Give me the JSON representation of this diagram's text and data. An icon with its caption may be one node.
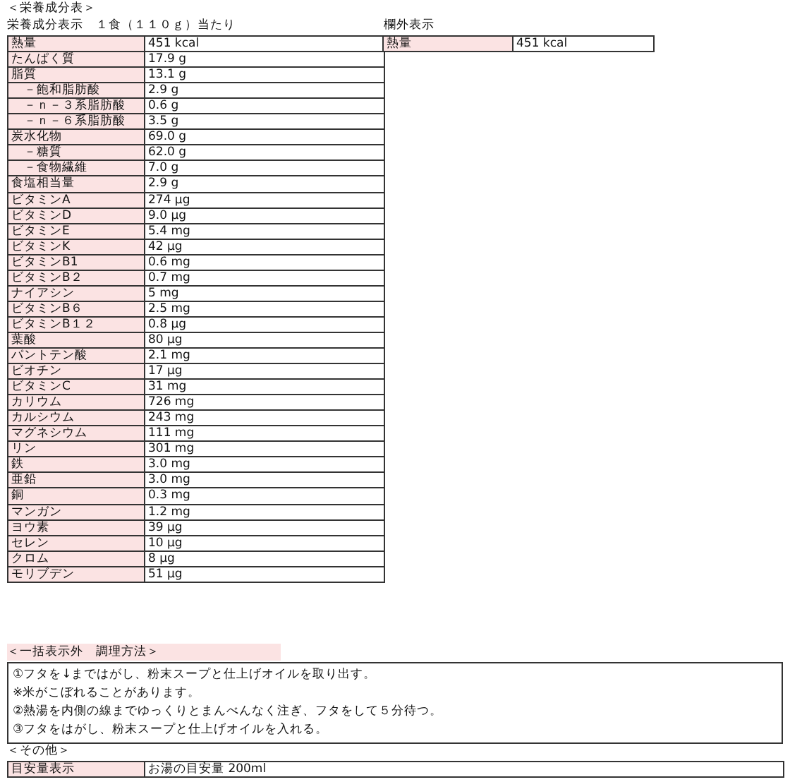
{
  "diagram": {
    "labels": [
      "＜栄養成分表＞",
      "栄養成分表示　１食（１１０ｇ）当たり",
      "欄外表示",
      "熱量",
      "451 kcal",
      "熱量",
      "451 kcal",
      "たんぱく質",
      "17.9 g",
      "脂質",
      "13.1 g",
      "　－飽和脂肪酸",
      "2.9 g",
      "　－ｎ－３系脂肪酸",
      "0.6 g",
      "　－ｎ－６系脂肪酸",
      "3.5 g",
      "炭水化物",
      "69.0 g",
      "　－糖質",
      "62.0 g",
      "　－食物繊維",
      "7.0 g",
      "食塩相当量",
      "2.9 g",
      "ビタミンA",
      "274 μg",
      "ビタミンD",
      "9.0 μg",
      "ビタミンE",
      "5.4 mg",
      "ビタミンK",
      "42 μg",
      "ビタミンB1",
      "0.6 mg",
      "ビタミンB２",
      "0.7 mg",
      "ナイアシン",
      "5 mg",
      "ビタミンB６",
      "2.5 mg",
      "ビタミンB１２",
      "0.8 μg",
      "葉酸",
      "80 μg",
      "パントテン酸",
      "2.1 mg",
      "ビオチン",
      "17 μg",
      "ビタミンC",
      "31 mg",
      "カリウム",
      "726 mg",
      "カルシウム",
      "243 mg",
      "マグネシウム",
      "111 mg",
      "リン",
      "301 mg",
      "鉄",
      "3.0 mg",
      "亜鉛",
      "3.0 mg",
      "銅",
      "0.3 mg",
      "マンガン",
      "1.2 mg",
      "ヨウ素",
      "39 μg",
      "セレン",
      "10 μg",
      "クロム",
      "8 μg",
      "モリブデン",
      "51 μg",
      "＜一括表示外　調理方法＞",
      "①フタを↓まではがし、粉末スープと仕上げオイルを取り出す。",
      "※米がこぼれることがあります。",
      "②熱湯を内側の線までゆっくりとまんべんなく注ぎ、フタをして５分待つ。",
      "③フタをはがし、粉末スープと仕上げオイルを入れる。",
      "＜その他＞",
      "目安量表示",
      "お湯の目安量 200ml"
    ]
  }
}
